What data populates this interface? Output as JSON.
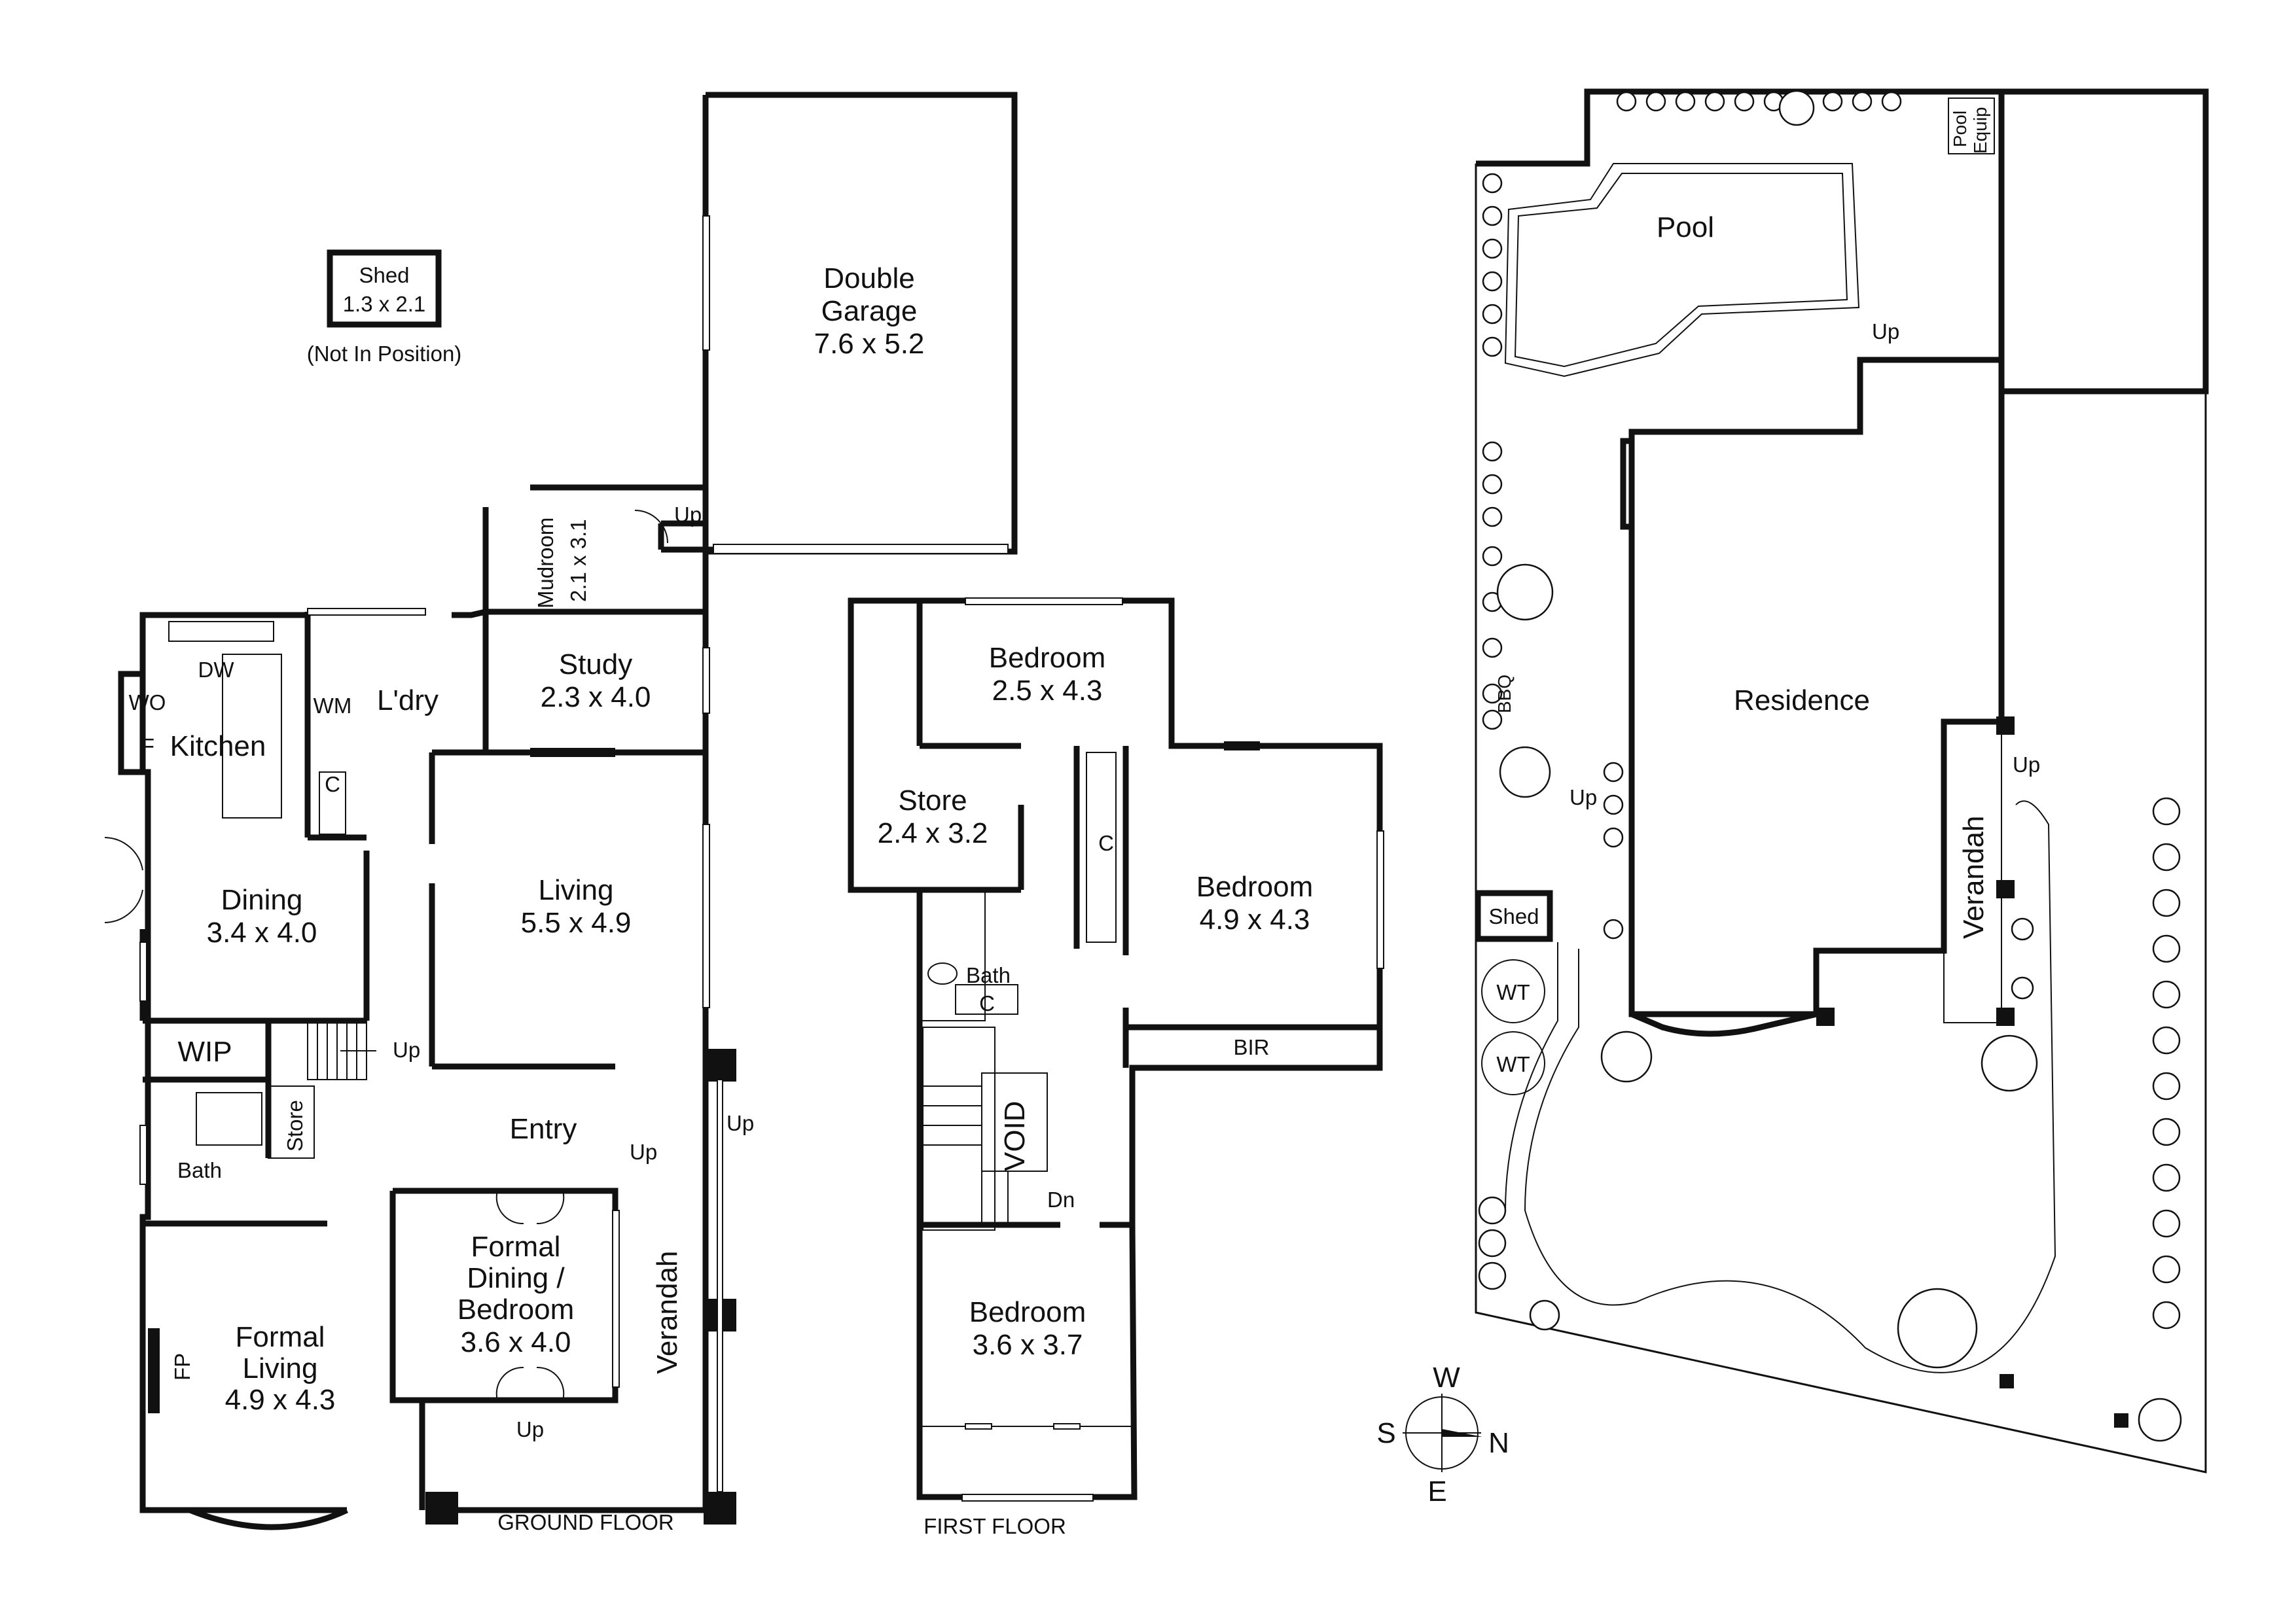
{
  "ground_floor": {
    "title": "GROUND FLOOR",
    "rooms": {
      "shed": {
        "name": "Shed",
        "size": "1.3 x 2.1",
        "note": "(Not In Position)"
      },
      "double_garage": {
        "name_line1": "Double",
        "name_line2": "Garage",
        "size": "7.6 x 5.2"
      },
      "mudroom": {
        "name": "Mudroom",
        "size": "2.1 x 3.1"
      },
      "study": {
        "name": "Study",
        "size": "2.3 x 4.0"
      },
      "kitchen": {
        "name": "Kitchen"
      },
      "laundry": {
        "name": "L'dry"
      },
      "living": {
        "name": "Living",
        "size": "5.5 x 4.9"
      },
      "dining": {
        "name": "Dining",
        "size": "3.4 x 4.0"
      },
      "wip": {
        "name": "WIP"
      },
      "store": {
        "name": "Store"
      },
      "bath": {
        "name": "Bath"
      },
      "entry": {
        "name": "Entry"
      },
      "formal_dining": {
        "name_line1": "Formal",
        "name_line2": "Dining /",
        "name_line3": "Bedroom",
        "size": "3.6 x 4.0"
      },
      "formal_living": {
        "name_line1": "Formal",
        "name_line2": "Living",
        "size": "4.9 x 4.3"
      },
      "verandah": {
        "name": "Verandah"
      }
    },
    "fixtures": {
      "dw": "DW",
      "wo": "WO",
      "f": "F",
      "c": "C",
      "wm": "WM",
      "fp": "FP",
      "c_small": "c"
    },
    "stairs_up": "Up"
  },
  "first_floor": {
    "title": "FIRST FLOOR",
    "rooms": {
      "bedroom_top": {
        "name": "Bedroom",
        "size": "2.5 x 4.3"
      },
      "store": {
        "name": "Store",
        "size": "2.4 x 3.2"
      },
      "bedroom_right": {
        "name": "Bedroom",
        "size": "4.9 x 4.3"
      },
      "bir": {
        "name": "BIR"
      },
      "bath": {
        "name": "Bath"
      },
      "void": {
        "name": "VOID"
      },
      "bedroom_bottom": {
        "name": "Bedroom",
        "size": "3.6 x 3.7"
      }
    },
    "fixtures": {
      "c": "C"
    },
    "stairs_down": "Dn"
  },
  "site_plan": {
    "pool": "Pool",
    "pool_equip_line1": "Pool",
    "pool_equip_line2": "Equip",
    "residence": "Residence",
    "shed": "Shed",
    "verandah": "Verandah",
    "bbq": "BBQ",
    "wt": "WT",
    "up": "Up"
  },
  "compass": {
    "w": "W",
    "s": "S",
    "n": "N",
    "e": "E"
  }
}
